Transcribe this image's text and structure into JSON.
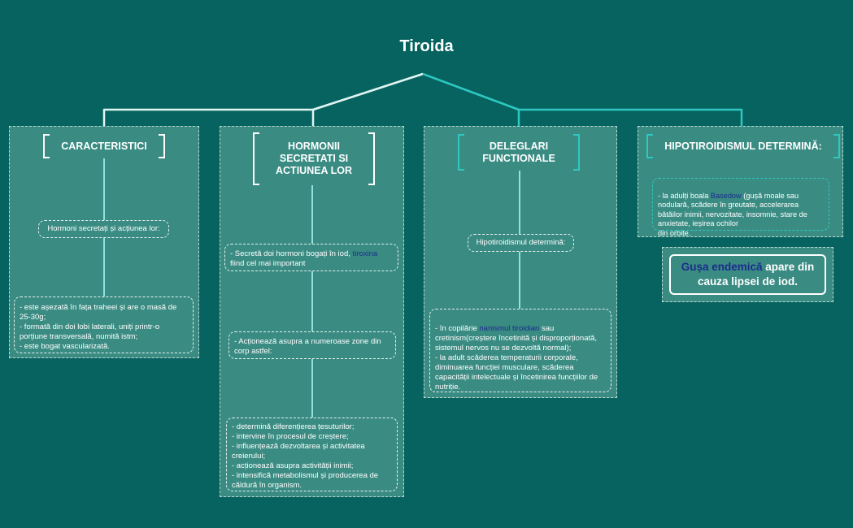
{
  "title": "Tiroida",
  "branches": [
    {
      "heading": "CARACTERISTICI",
      "node": "Hormoni secretați și acțiunea lor:",
      "details": "- este așezată în fața traheei și are o masă de 25-30g;\n- formată din doi lobi laterali, uniți printr-o porțiune transversală, numită istm;\n- este bogat vascularizată."
    },
    {
      "heading": "HORMONII SECRETATI SI ACTIUNEA LOR",
      "node1_pre": "- Secretă doi hormoni bogați în iod, ",
      "node1_hl": "tiroxina",
      "node1_post": " fiind cel mai important",
      "node2": "- Acționează asupra a numeroase zone din corp astfel:",
      "details": "- determină diferențierea țesuturilor;\n- intervine în procesul de creștere;\n- influențează dezvoltarea și activitatea creierului;\n- acționează asupra activității inimii;\n- intensifică metabolismul și producerea de căldură în organism."
    },
    {
      "heading": "DELEGLARI FUNCTIONALE",
      "node": "Hipotiroidismul determină:",
      "details_pre": "- în copilărie ",
      "details_hl": "nanismul tiroidian",
      "details_post": " sau cretinism(creștere încetinită și disproporționată, sistemul nervos nu se dezvoltă normal);\n- la adult scăderea temperaturii corporale, diminuarea funcției musculare, scăderea capacității intelectuale și încetinirea funcțiilor de nutriție."
    },
    {
      "heading": "HIPOTIROIDISMUL DETERMINĂ:",
      "details_pre": "- la adulți boala ",
      "details_hl": "Basedow",
      "details_post": " (gușă moale sau nodulară, scădere în greutate, accelerarea bătăilor inimii, nervozitate, insomnie, stare de anxietate, ieșirea ochilor\ndin orbite."
    }
  ],
  "callout": {
    "highlight": "Gușa endemică",
    "text": " apare din cauza lipsei de iod."
  },
  "colors": {
    "background": "#07635f",
    "panel": "#3a8c83",
    "connector": "#8ee3dc",
    "accent": "#2ec7c1",
    "highlight": "#1c2c8c"
  }
}
